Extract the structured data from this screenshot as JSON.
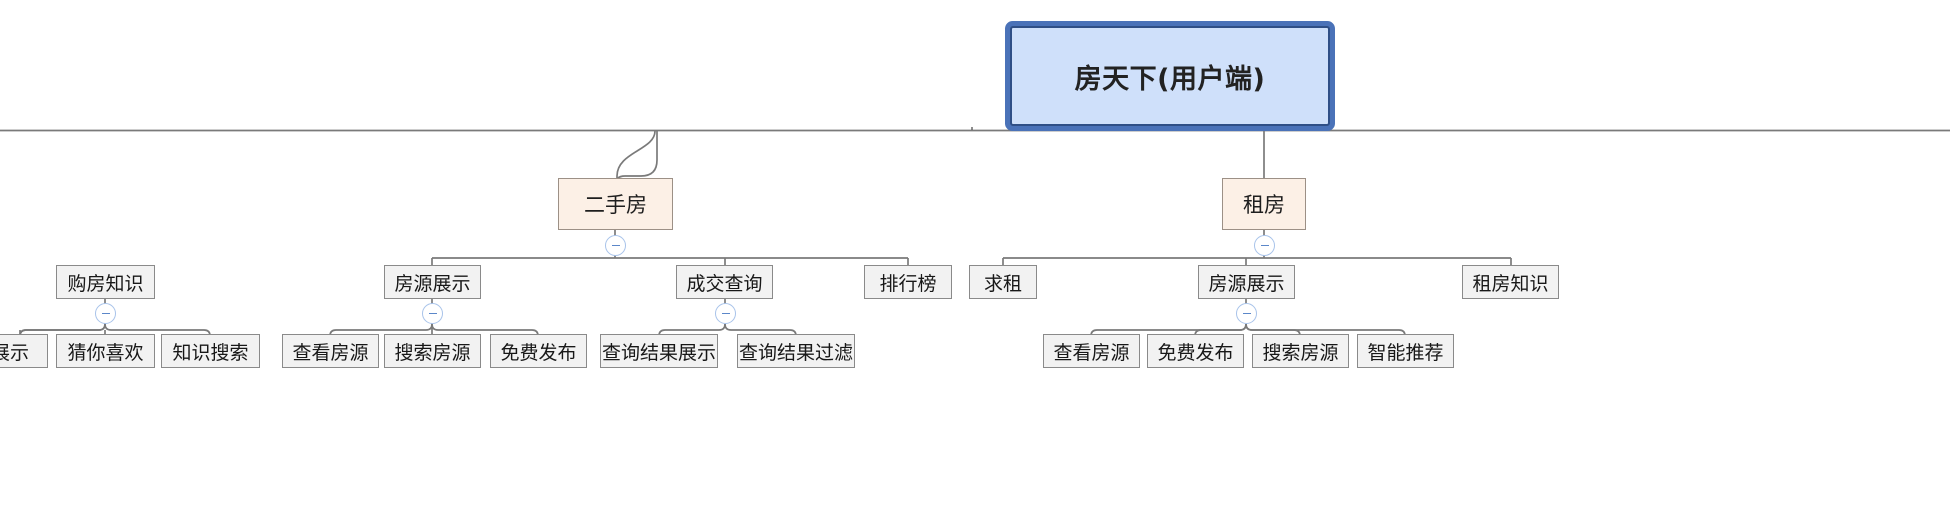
{
  "diagram": {
    "type": "mind-map-tree",
    "orientation": "top-down",
    "colors": {
      "root_fill": "#cfe0fa",
      "root_border": "#2f4f86",
      "root_glow": "#4a72b8",
      "category_fill": "#fcf0e6",
      "category_border": "#9c9086",
      "item_fill": "#f2f2f2",
      "item_border": "#8a8a8a",
      "connector": "#7a7a7a",
      "toggle_ring": "#a8c3ea",
      "toggle_sign": "#5b87c9",
      "canvas": "#ffffff"
    },
    "root": {
      "label": "房天下(用户端)"
    },
    "categories": [
      {
        "label": "二手房"
      },
      {
        "label": "租房"
      }
    ],
    "items": [
      {
        "label": "购房知识"
      },
      {
        "label": "房源展示"
      },
      {
        "label": "成交查询"
      },
      {
        "label": "排行榜"
      },
      {
        "label": "求租"
      },
      {
        "label": "房源展示"
      },
      {
        "label": "租房知识"
      }
    ],
    "leaves": [
      {
        "label": "展示"
      },
      {
        "label": "猜你喜欢"
      },
      {
        "label": "知识搜索"
      },
      {
        "label": "查看房源"
      },
      {
        "label": "搜索房源"
      },
      {
        "label": "免费发布"
      },
      {
        "label": "查询结果展示"
      },
      {
        "label": "查询结果过滤"
      },
      {
        "label": "查看房源"
      },
      {
        "label": "免费发布"
      },
      {
        "label": "搜索房源"
      },
      {
        "label": "智能推荐"
      }
    ],
    "toggles": {
      "sign": "minus",
      "count": 6
    }
  }
}
